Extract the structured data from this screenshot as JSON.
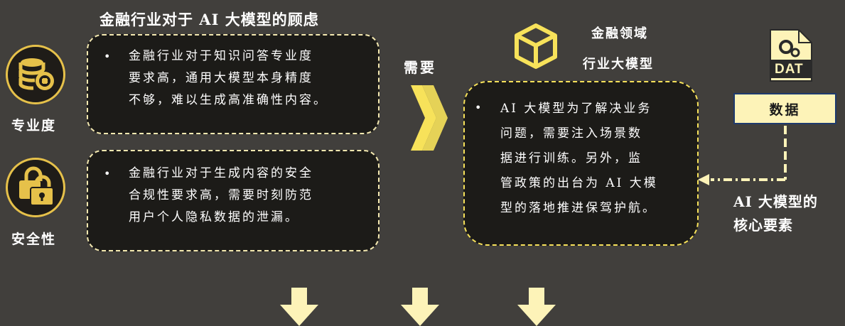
{
  "title": "金融行业对于 AI 大模型的顾虑",
  "concerns": [
    {
      "label": "专业度",
      "icon": "database-coins-icon",
      "bullet": "•",
      "lines": [
        "金融行业对于知识问答专业度",
        "要求高，通用大模型本身精度",
        "不够，难以生成高准确性内容。"
      ]
    },
    {
      "label": "安全性",
      "icon": "padlocks-icon",
      "bullet": "•",
      "lines": [
        "金融行业对于生成内容的安全",
        "合规性要求高，需要时刻防范",
        "用户个人隐私数据的泄漏。"
      ]
    }
  ],
  "need_label": "需要",
  "finance_model": {
    "icon": "cube-icon",
    "label_line1": "金融领域",
    "label_line2": "行业大模型",
    "bullet": "•",
    "lines": [
      "AI 大模型为了解决业务",
      "问题，需要注入场景数",
      "据进行训练。另外，监",
      "管政策的出台为 AI 大模",
      "型的落地推进保驾护航。"
    ]
  },
  "data_block": {
    "icon": "dat-file-icon",
    "icon_text": "DAT",
    "box_label": "数据",
    "core_line1": "AI 大模型的",
    "core_line2": "核心要素"
  },
  "colors": {
    "background": "#413f3c",
    "accent_yellow": "#f7e25a",
    "arrow_cream": "#fdf3b8",
    "box_fill": "#1c1b18"
  }
}
